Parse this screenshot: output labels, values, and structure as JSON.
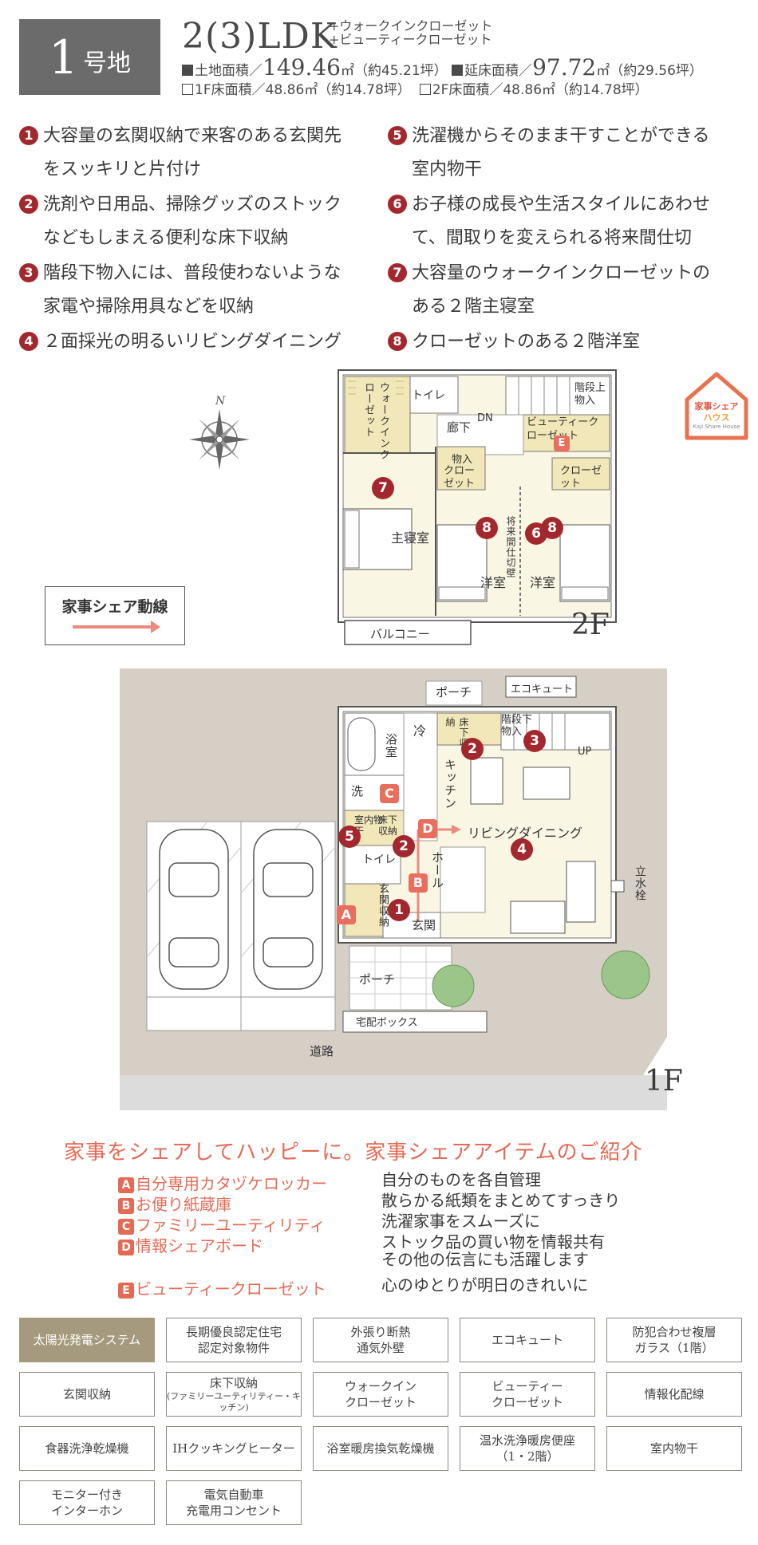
{
  "header": {
    "lot_number": "1",
    "lot_suffix": "号地",
    "plan_name": "2(3)LDK",
    "plan_extra_1": "+ウォークインクローゼット",
    "plan_extra_2": "+ビューティークローゼット",
    "land_area_label": "土地面積／",
    "land_area_value": "149.46",
    "land_area_unit": "㎡",
    "land_area_tsubo": "（約45.21坪）",
    "floor_total_label": "延床面積／",
    "floor_total_value": "97.72",
    "floor_total_unit": "㎡",
    "floor_total_tsubo": "（約29.56坪）",
    "floor1_text": "1F床面積／48.86㎡（約14.78坪）",
    "floor2_text": "2F床面積／48.86㎡（約14.78坪）"
  },
  "features": [
    {
      "num": "1",
      "line1": "大容量の玄関収納で来客のある玄関先",
      "line2": "をスッキリと片付け"
    },
    {
      "num": "2",
      "line1": "洗剤や日用品、掃除グッズのストック",
      "line2": "などもしまえる便利な床下収納"
    },
    {
      "num": "3",
      "line1": "階段下物入には、普段使わないような",
      "line2": "家電や掃除用具などを収納"
    },
    {
      "num": "4",
      "line1": "２面採光の明るいリビングダイニング",
      "line2": ""
    },
    {
      "num": "5",
      "line1": "洗濯機からそのまま干すことができる",
      "line2": "室内物干"
    },
    {
      "num": "6",
      "line1": "お子様の成長や生活スタイルにあわせ",
      "line2": "て、間取りを変えられる将来間仕切"
    },
    {
      "num": "7",
      "line1": "大容量のウォークインクローゼットの",
      "line2": "ある２階主寝室"
    },
    {
      "num": "8",
      "line1": "クローゼットのある２階洋室",
      "line2": ""
    }
  ],
  "floorplan": {
    "compass_n": "N",
    "logo_line1": "家事シェア",
    "logo_line2": "ハウス",
    "logo_line3": "Kaji Share House",
    "flow_label": "家事シェア動線",
    "f2": {
      "label": "2F",
      "wic": "ウォークインクローゼット",
      "toilet": "トイレ",
      "hallway": "廊下",
      "dn": "DN",
      "stair_storage": "階段上物入",
      "beauty_closet": "ビューティークローゼット",
      "storage": "物入",
      "closet_left": "クローゼット",
      "closet_right": "クローゼット",
      "master": "主寝室",
      "partition": "将来間仕切壁",
      "western1": "洋室",
      "western2": "洋室",
      "balcony": "バルコニー"
    },
    "f1": {
      "label": "1F",
      "porch_top": "ポーチ",
      "ecocute": "エコキュート",
      "fridge": "冷",
      "underfloor1": "床下収納",
      "stair_under": "階段下物入",
      "bath": "浴室",
      "kitchen": "キッチン",
      "up": "UP",
      "wash": "洗",
      "indoor_dry": "室内物干",
      "underfloor2": "床下収納",
      "ldk": "リビングダイニング",
      "toilet": "トイレ",
      "hall": "ホール",
      "entry_storage": "玄関収納",
      "entrance": "玄関",
      "porch_bottom": "ポーチ",
      "delivery_box": "宅配ボックス",
      "road": "道路",
      "faucet": "立水栓"
    }
  },
  "share": {
    "title": "家事をシェアしてハッピーに。家事シェアアイテムのご紹介",
    "items": [
      {
        "badge": "A",
        "name": "自分専用カタヅケロッカー",
        "desc": "自分のものを各自管理",
        "desc2": ""
      },
      {
        "badge": "B",
        "name": "お便り紙蔵庫",
        "desc": "散らかる紙類をまとめてすっきり",
        "desc2": ""
      },
      {
        "badge": "C",
        "name": "ファミリーユーティリティ",
        "desc": "洗濯家事をスムーズに",
        "desc2": ""
      },
      {
        "badge": "D",
        "name": "情報シェアボード",
        "desc": "ストック品の買い物を情報共有",
        "desc2": "その他の伝言にも活躍します"
      },
      {
        "badge": "E",
        "name": "ビューティークローゼット",
        "desc": "心のゆとりが明日のきれいに",
        "desc2": ""
      }
    ]
  },
  "specs": [
    {
      "line1": "太陽光発電システム",
      "line2": "",
      "highlight": true
    },
    {
      "line1": "長期優良認定住宅",
      "line2": "認定対象物件",
      "highlight": false
    },
    {
      "line1": "外張り断熱",
      "line2": "通気外壁",
      "highlight": false
    },
    {
      "line1": "エコキュート",
      "line2": "",
      "highlight": false
    },
    {
      "line1": "防犯合わせ複層",
      "line2": "ガラス（1階）",
      "highlight": false
    },
    {
      "line1": "玄関収納",
      "line2": "",
      "highlight": false
    },
    {
      "line1": "床下収納",
      "line2": "(ファミリーユーティリティー・キッチン)",
      "highlight": false
    },
    {
      "line1": "ウォークイン",
      "line2": "クローゼット",
      "highlight": false
    },
    {
      "line1": "ビューティー",
      "line2": "クローゼット",
      "highlight": false
    },
    {
      "line1": "情報化配線",
      "line2": "",
      "highlight": false
    },
    {
      "line1": "食器洗浄乾燥機",
      "line2": "",
      "highlight": false
    },
    {
      "line1": "IHクッキングヒーター",
      "line2": "",
      "highlight": false
    },
    {
      "line1": "浴室暖房換気乾燥機",
      "line2": "",
      "highlight": false
    },
    {
      "line1": "温水洗浄暖房便座",
      "line2": "（1・2階）",
      "highlight": false
    },
    {
      "line1": "室内物干",
      "line2": "",
      "highlight": false
    },
    {
      "line1": "モニター付き",
      "line2": "インターホン",
      "highlight": false
    },
    {
      "line1": "電気自動車",
      "line2": "充電用コンセント",
      "highlight": false
    }
  ]
}
